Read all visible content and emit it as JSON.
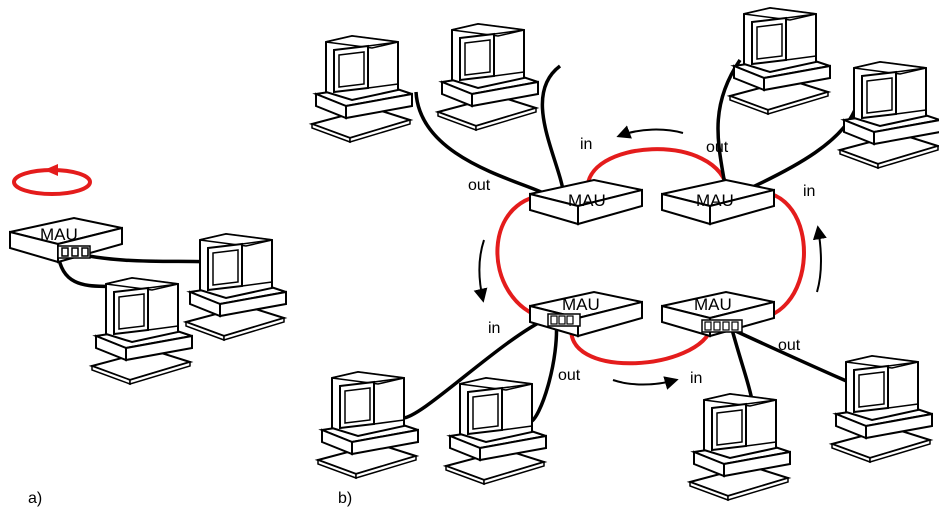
{
  "panels": [
    {
      "id": "a",
      "label": "a)"
    },
    {
      "id": "b",
      "label": "b)"
    }
  ],
  "mau_label": "MAU",
  "port_labels": {
    "in": "in",
    "out": "out"
  },
  "colors": {
    "ring": "#e41c1c",
    "line": "#000000",
    "fill": "#ffffff"
  }
}
